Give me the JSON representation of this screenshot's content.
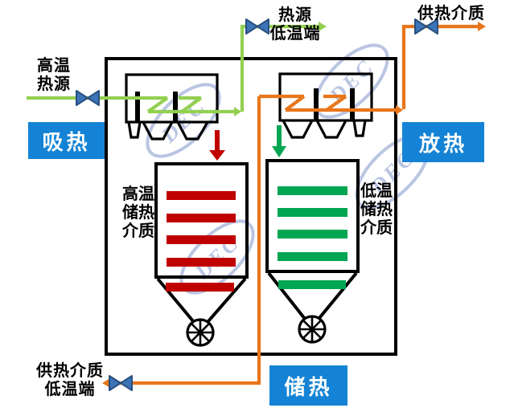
{
  "colors": {
    "heat_source_line": "#92d050",
    "cold_storage_green": "#00a651",
    "hot_storage_red": "#c00000",
    "supply_line_orange": "#e8761b",
    "label_box_blue": "#1583d5",
    "valve_fill": "#3d74b8",
    "valve_stroke": "#28507f",
    "outline_black": "#000000",
    "watermark_blue": "#8296cc"
  },
  "flow_labels": {
    "hot_source": "高温\n热源",
    "source_cold_end": "热源\n低温端",
    "supply_medium": "供热介质",
    "supply_medium_cold_end": "供热介质\n低温端"
  },
  "tank_labels": {
    "hot_storage_medium": "高温\n储热\n介质",
    "cold_storage_medium": "低温\n储热\n介质"
  },
  "mode_labels": {
    "absorb_heat": "吸热",
    "release_heat": "放热",
    "store_heat": "储热"
  },
  "watermark_text": "DEC"
}
